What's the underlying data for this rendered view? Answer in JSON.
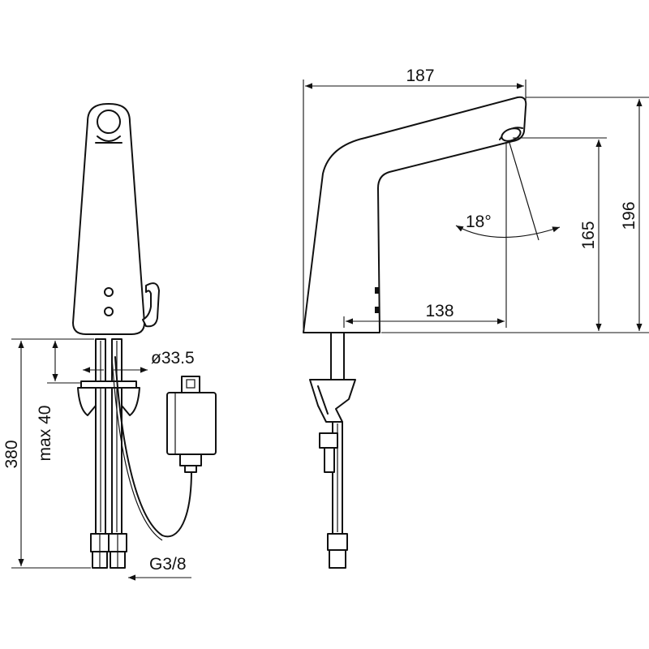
{
  "dimensions": {
    "width_total": "187",
    "height_total": "196",
    "spout_height": "165",
    "spout_reach": "138",
    "angle": "18°",
    "pipe_diameter": "ø33.5",
    "max_thickness": "max 40",
    "hose_length": "380",
    "thread": "G3/8"
  }
}
